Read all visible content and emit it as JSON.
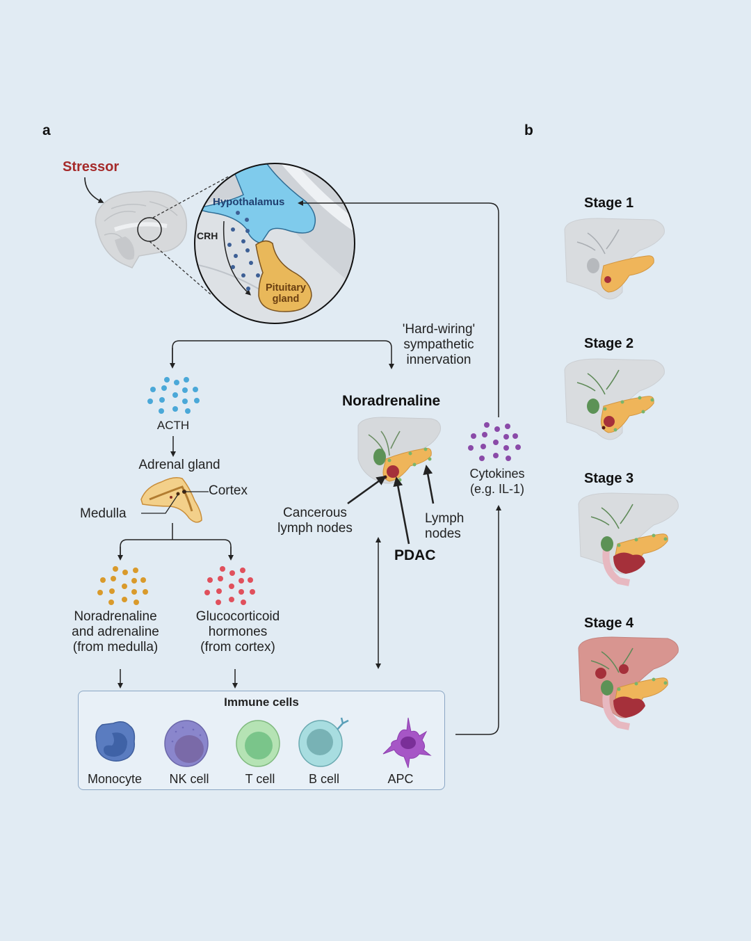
{
  "panels": {
    "a": "a",
    "b": "b"
  },
  "hpa": {
    "stressor": "Stressor",
    "hypothalamus": "Hypothalamus",
    "crh": "CRH",
    "pituitary_line1": "Pituitary",
    "pituitary_line2": "gland"
  },
  "hardwiring": {
    "line1": "'Hard-wiring'",
    "line2": "sympathetic",
    "line3": "innervation"
  },
  "adrenal_axis": {
    "acth": "ACTH",
    "adrenal_gland": "Adrenal gland",
    "cortex": "Cortex",
    "medulla": "Medulla",
    "noradrenaline_adrenaline": [
      "Noradrenaline",
      "and adrenaline",
      "(from medulla)"
    ],
    "glucocorticoid": [
      "Glucocorticoid",
      "hormones",
      "(from cortex)"
    ]
  },
  "tumor": {
    "title": "Noradrenaline",
    "cancerous_lymph_nodes": [
      "Cancerous",
      "lymph nodes"
    ],
    "lymph_nodes": [
      "Lymph",
      "nodes"
    ],
    "pdac": "PDAC"
  },
  "cytokines": [
    "Cytokines",
    "(e.g. IL-1)"
  ],
  "immune": {
    "title": "Immune cells",
    "cells": [
      {
        "label": "Monocyte",
        "icon": "monocyte-icon"
      },
      {
        "label": "NK cell",
        "icon": "nk-cell-icon"
      },
      {
        "label": "T cell",
        "icon": "t-cell-icon"
      },
      {
        "label": "B cell",
        "icon": "b-cell-icon"
      },
      {
        "label": "APC",
        "icon": "apc-icon"
      }
    ]
  },
  "stages": [
    {
      "label": "Stage 1"
    },
    {
      "label": "Stage 2"
    },
    {
      "label": "Stage 3"
    },
    {
      "label": "Stage 4"
    }
  ],
  "colors": {
    "background": "#e1ebf3",
    "stressor": "#a52a2a",
    "hypothalamus": "#7fcbec",
    "pituitary": "#e9b85a",
    "acth_dots": "#4aa8d8",
    "catecholamine_dots": "#d99a2b",
    "glucocorticoid_dots": "#e0505c",
    "cytokine_dots": "#8a4aa8",
    "crh_dots": "#3d5f95"
  }
}
